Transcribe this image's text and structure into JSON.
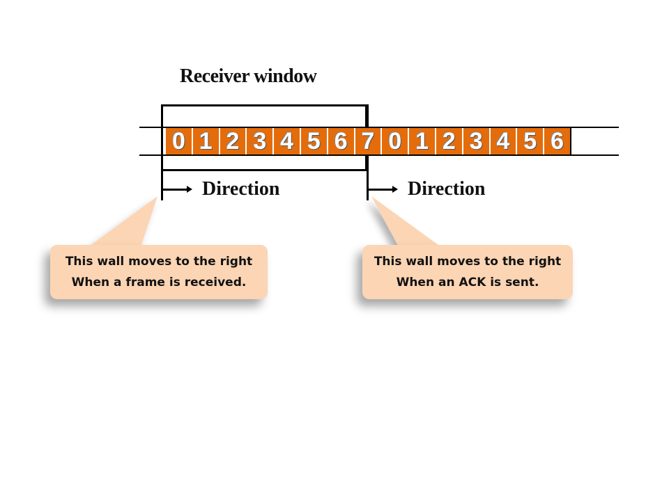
{
  "title": "Receiver window",
  "sequence": [
    "0",
    "1",
    "2",
    "3",
    "4",
    "5",
    "6",
    "7",
    "0",
    "1",
    "2",
    "3",
    "4",
    "5",
    "6"
  ],
  "direction_label": "Direction",
  "callouts": {
    "left": {
      "line1": "This wall moves to the right",
      "line2": "When a frame is received."
    },
    "right": {
      "line1": "This wall moves to the right",
      "line2": "When an ACK is sent."
    }
  },
  "colors": {
    "cell": "#e46c0a",
    "callout": "#fcd5b4",
    "lines": "#000000"
  }
}
